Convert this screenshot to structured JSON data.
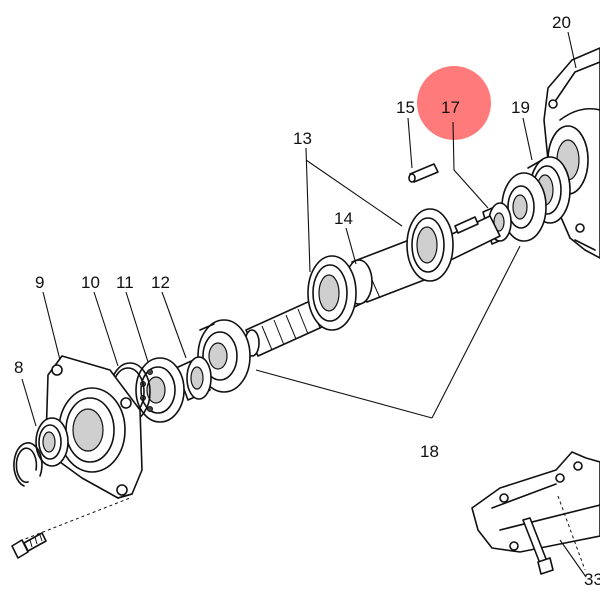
{
  "diagram": {
    "highlight_color": "#ff6b6b",
    "highlighted_part": "17",
    "labels": {
      "p8": "8",
      "p9": "9",
      "p10": "10",
      "p11": "11",
      "p12": "12",
      "p13": "13",
      "p14": "14",
      "p15": "15",
      "p17": "17",
      "p18": "18",
      "p19": "19",
      "p20": "20",
      "p33": "33"
    }
  }
}
